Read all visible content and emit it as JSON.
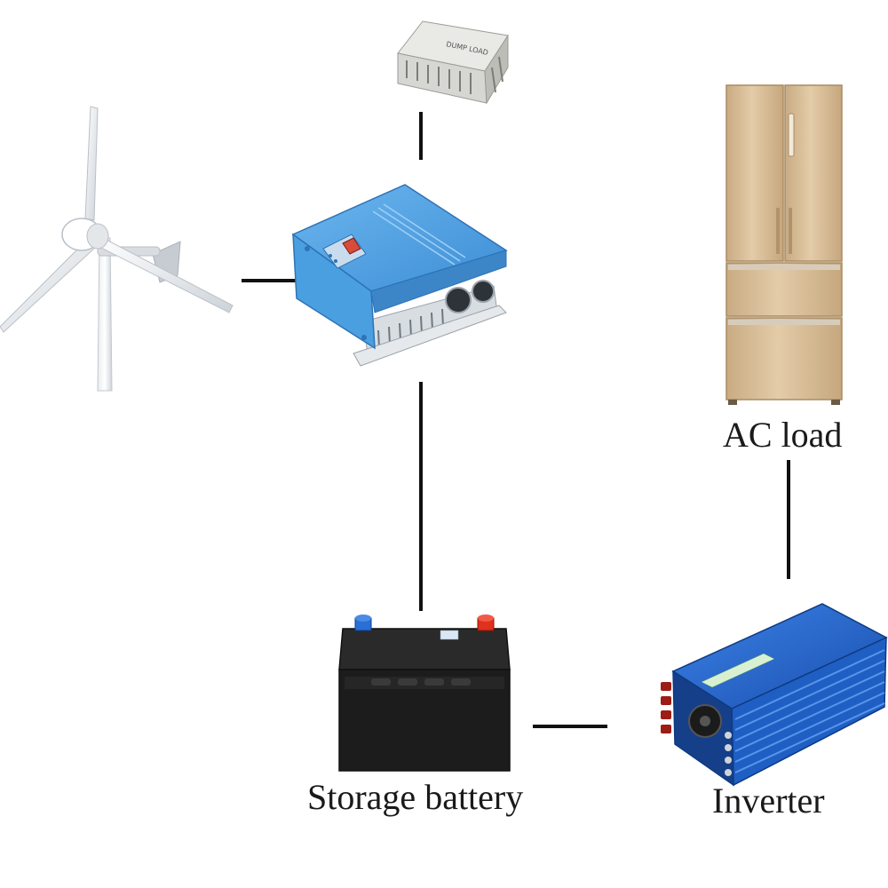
{
  "diagram": {
    "nodes": {
      "wind_turbine": {
        "icon": "wind-turbine-icon"
      },
      "dump_load": {
        "icon": "dump-load-icon",
        "label_on_device": "DUMP LOAD"
      },
      "controller": {
        "icon": "hybrid-controller-icon"
      },
      "ac_load": {
        "icon": "refrigerator-icon",
        "label": "AC load"
      },
      "battery": {
        "icon": "battery-icon",
        "label": "Storage battery"
      },
      "inverter": {
        "icon": "inverter-icon",
        "label": "Inverter"
      }
    },
    "colors": {
      "controller_blue": "#4a9fe0",
      "inverter_blue": "#1f5fc4",
      "fridge_gold": "#d8bf9a",
      "battery_black": "#1c1c1c",
      "terminal_red": "#e0301e",
      "terminal_blue": "#2a6fd6"
    }
  }
}
